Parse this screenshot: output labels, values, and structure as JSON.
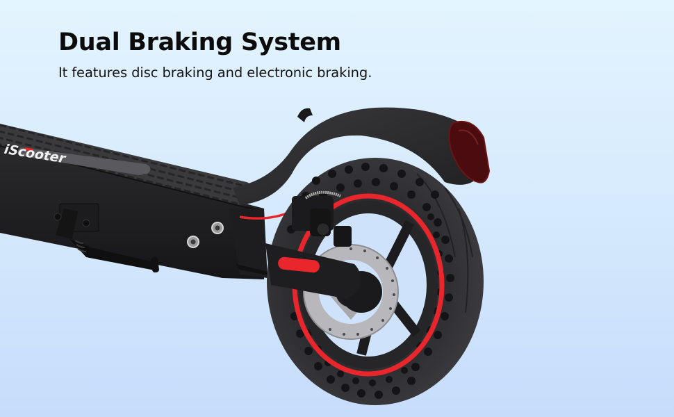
{
  "banner": {
    "title": "Dual Braking System",
    "subtitle": "It features disc braking and electronic braking."
  },
  "product": {
    "brand_logo": "iScooter",
    "parts": [
      "deck",
      "kickstand",
      "rear-fender",
      "tail-reflector",
      "rear-wheel",
      "disc-brake",
      "brake-caliper",
      "side-reflector",
      "honeycomb-tire"
    ]
  },
  "colors": {
    "background_top": "#e3f4fe",
    "background_bottom": "#c6dcfb",
    "title_text": "#0b0b0b",
    "scooter_body": "#2a2a2c",
    "accent_red": "#e8262c",
    "tail_reflector": "#4a0c0e"
  }
}
